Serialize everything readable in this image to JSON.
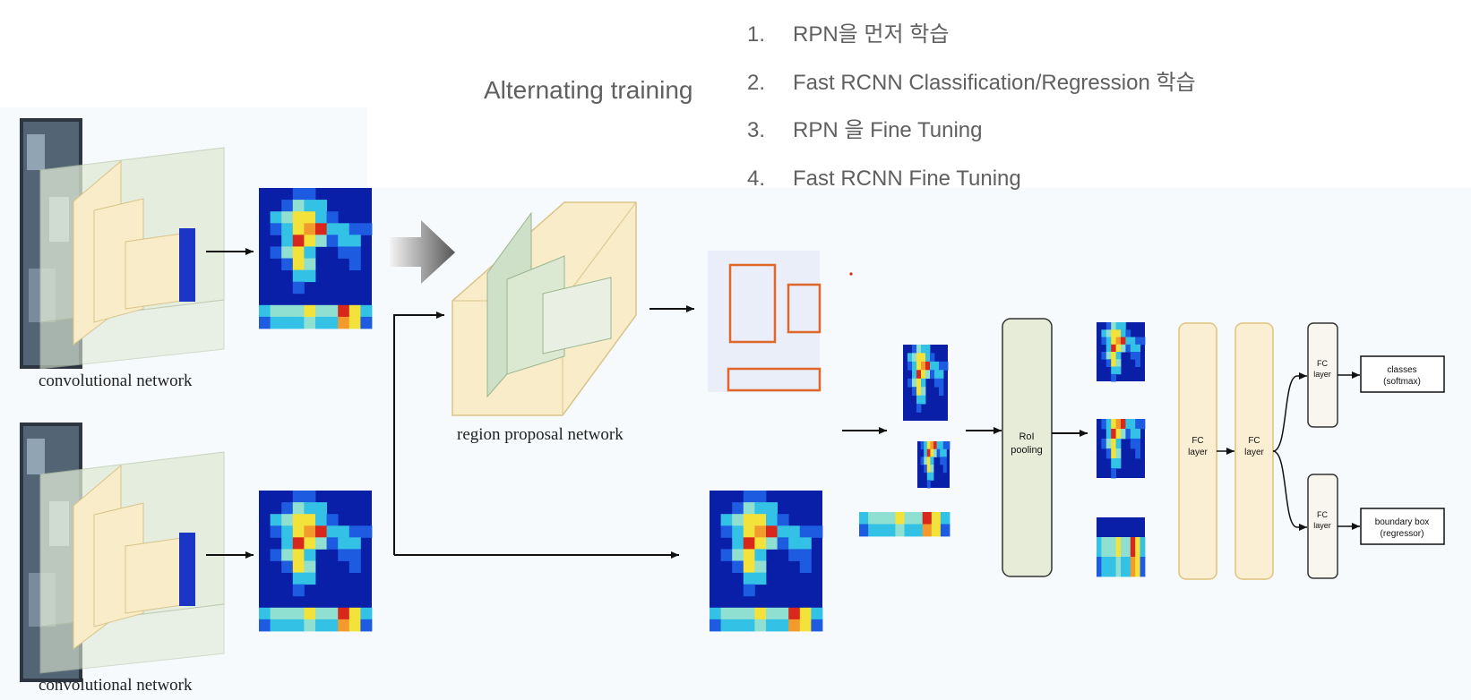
{
  "header": {
    "title": "Alternating training",
    "steps": [
      {
        "num": "1.",
        "text": "RPN을 먼저 학습"
      },
      {
        "num": "2.",
        "text": "Fast RCNN Classification/Regression 학습"
      },
      {
        "num": "3.",
        "text": "RPN 을 Fine Tuning"
      },
      {
        "num": "4.",
        "text": "Fast RCNN Fine Tuning"
      }
    ]
  },
  "diagram": {
    "conv_top_label": "convolutional network",
    "conv_bottom_label": "convolutional network",
    "rpn_label": "region proposal network",
    "roi": {
      "line1": "RoI",
      "line2": "pooling"
    },
    "fc1": {
      "line1": "FC",
      "line2": "layer"
    },
    "fc2": {
      "line1": "FC",
      "line2": "layer"
    },
    "fc3": {
      "line1": "FC",
      "line2": "layer"
    },
    "fc4": {
      "line1": "FC",
      "line2": "layer"
    },
    "out_classes": {
      "line1": "classes",
      "line2": "(softmax)"
    },
    "out_bbox": {
      "line1": "boundary box",
      "line2": "(regressor)"
    }
  },
  "colors": {
    "heat_blue": "#0a1fa8",
    "heat_cyan": "#33c1e6",
    "heat_yellow": "#f2e23a",
    "heat_red": "#d8281b",
    "cube_fill": "#f8ecc9",
    "cube_edge": "#d9c48a",
    "green_box": "#e7ecd9",
    "box_orange": "#e0662a",
    "text_gray": "#606060"
  }
}
